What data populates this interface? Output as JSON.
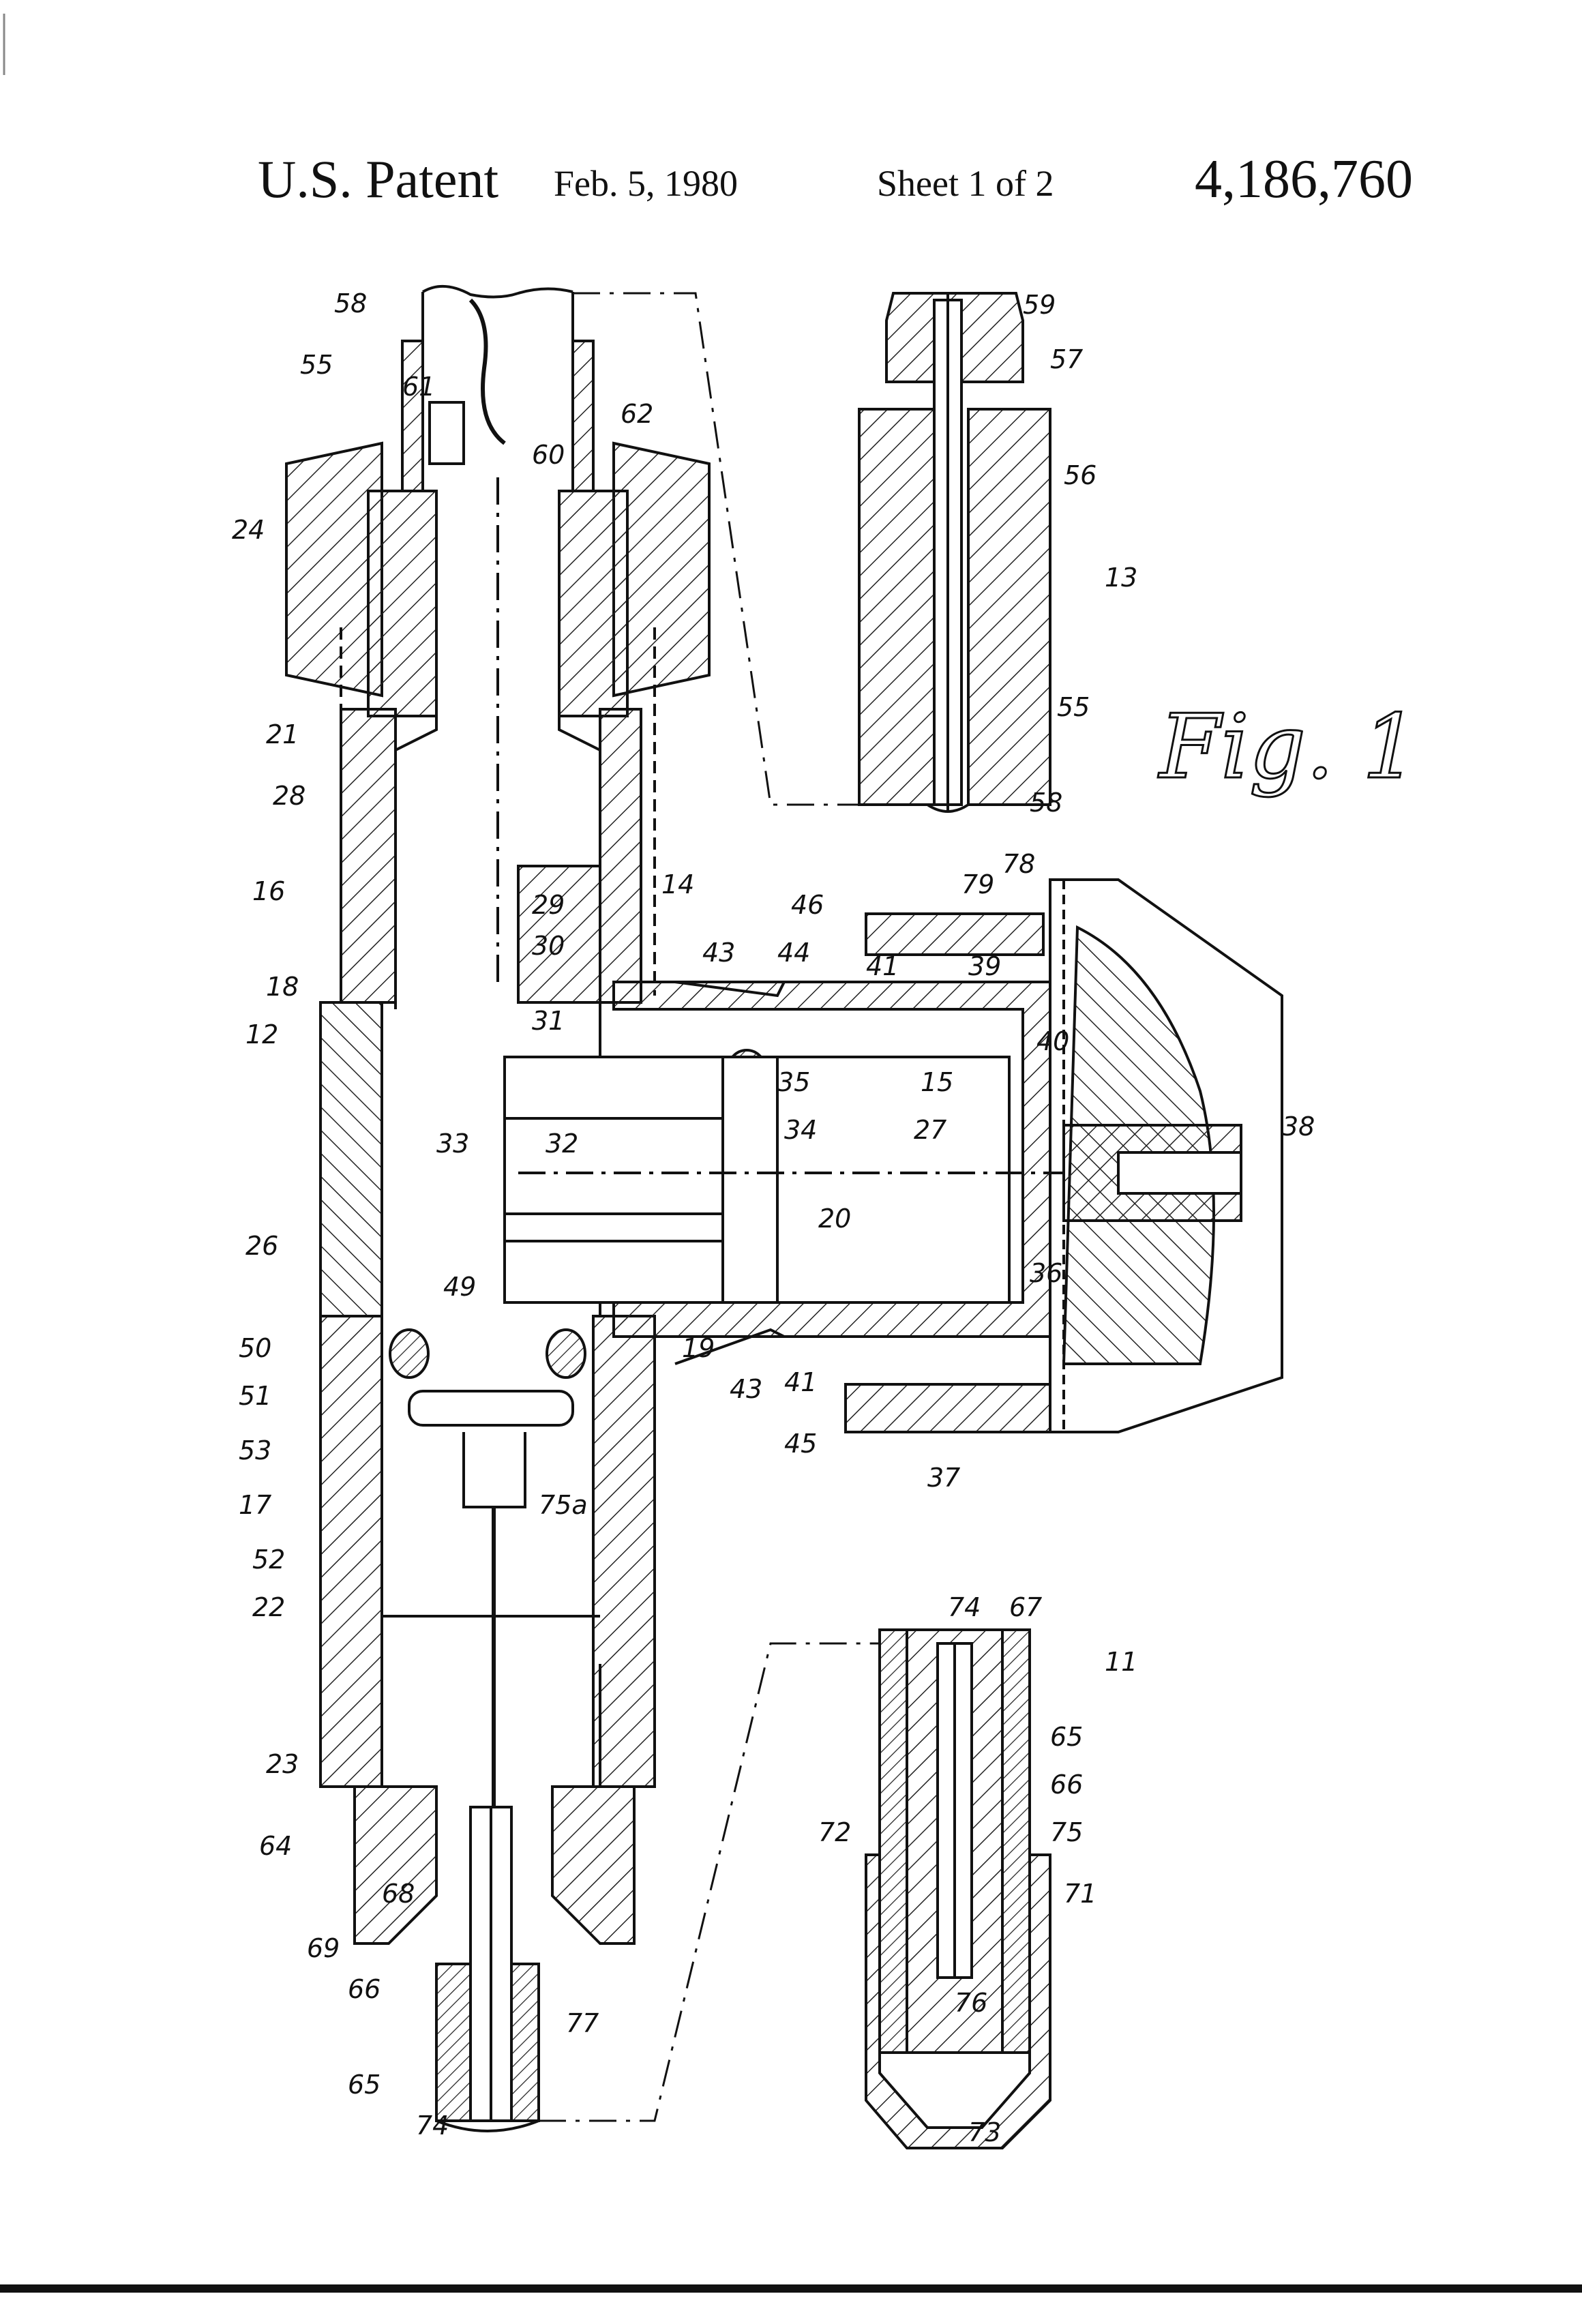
{
  "header": {
    "patent": "U.S. Patent",
    "date": "Feb. 5, 1980",
    "sheet": "Sheet 1 of 2",
    "number": "4,186,760"
  },
  "figure": {
    "label": "Fig. 1"
  },
  "reference_numerals": {
    "n11": "11",
    "n12": "12",
    "n13": "13",
    "n14": "14",
    "n15": "15",
    "n16": "16",
    "n17": "17",
    "n18": "18",
    "n19": "19",
    "n20": "20",
    "n21": "21",
    "n22": "22",
    "n23": "23",
    "n24": "24",
    "n26": "26",
    "n27": "27",
    "n28": "28",
    "n29": "29",
    "n30": "30",
    "n31": "31",
    "n32": "32",
    "n33": "33",
    "n34": "34",
    "n35": "35",
    "n36": "36",
    "n37": "37",
    "n38": "38",
    "n39": "39",
    "n40": "40",
    "n41": "41",
    "n43": "43",
    "n44": "44",
    "n45": "45",
    "n46": "46",
    "n49": "49",
    "n50": "50",
    "n51": "51",
    "n52": "52",
    "n53": "53",
    "n55": "55",
    "n56": "56",
    "n57": "57",
    "n58": "58",
    "n59": "59",
    "n60": "60",
    "n61": "61",
    "n62": "62",
    "n64": "64",
    "n65": "65",
    "n66": "66",
    "n67": "67",
    "n68": "68",
    "n69": "69",
    "n71": "71",
    "n72": "72",
    "n73": "73",
    "n74": "74",
    "n75": "75",
    "n75a": "75a",
    "n76": "76",
    "n77": "77",
    "n78": "78",
    "n79": "79"
  }
}
